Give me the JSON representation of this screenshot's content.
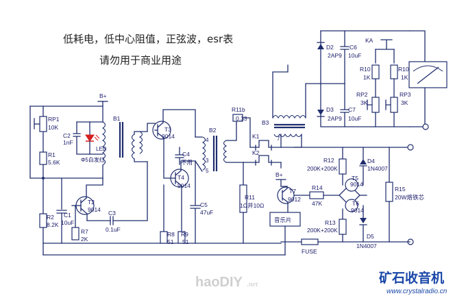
{
  "title": {
    "line1": "低耗电，低中心阻值，正弦波，esr表",
    "line2": "请勿用于商业用途"
  },
  "components": {
    "RP1": {
      "ref": "RP1",
      "value": "10K"
    },
    "R1": {
      "ref": "R1",
      "value": "5.6K"
    },
    "R2": {
      "ref": "R2",
      "value": "8.2K"
    },
    "C1": {
      "ref": "C1",
      "value": "10uF"
    },
    "C2": {
      "ref": "C2",
      "value": "1nF"
    },
    "LED": {
      "ref": "LED",
      "value": "Φ5白发红"
    },
    "B1": {
      "ref": "B1"
    },
    "T2": {
      "ref": "T2",
      "value": "9014"
    },
    "R7": {
      "ref": "R7",
      "value": "2K"
    },
    "C3": {
      "ref": "C3",
      "value": "0.1uF"
    },
    "T3": {
      "ref": "T3",
      "value": "9014"
    },
    "T4": {
      "ref": "T4",
      "value": "9014"
    },
    "C4": {
      "ref": "C4",
      "value": "不用"
    },
    "C5": {
      "ref": "C5",
      "value": "47uF"
    },
    "R8": {
      "ref": "R8",
      "value": "51"
    },
    "R9": {
      "ref": "R9",
      "value": "51"
    },
    "B2": {
      "ref": "B2"
    },
    "R11b": {
      "ref": "R11b",
      "value": "0.33"
    },
    "K1": {
      "ref": "K1"
    },
    "K2": {
      "ref": "K2"
    },
    "R11": {
      "ref": "R11",
      "value": "1Ω并10Ω"
    },
    "T7": {
      "ref": "T7",
      "value": "9012"
    },
    "R14": {
      "ref": "R14",
      "value": "47K"
    },
    "R12": {
      "ref": "R12",
      "value": "200K+200K"
    },
    "R13": {
      "ref": "R13",
      "value": "200K+200K"
    },
    "T5": {
      "ref": "T5",
      "value": "9014"
    },
    "T6": {
      "ref": "T6",
      "value": "9014"
    },
    "D4": {
      "ref": "D4",
      "value": "1N4007"
    },
    "D5": {
      "ref": "D5",
      "value": "1N4007"
    },
    "R15": {
      "ref": "R15",
      "value": "20W烙铁芯"
    },
    "B3": {
      "ref": "B3"
    },
    "D2": {
      "ref": "D2",
      "value": "2AP9"
    },
    "D3": {
      "ref": "D3",
      "value": "2AP9"
    },
    "C6": {
      "ref": "C6",
      "value": "10uF"
    },
    "C7": {
      "ref": "C7",
      "value": "10uF"
    },
    "KA": {
      "ref": "KA"
    },
    "R10": {
      "ref": "R10",
      "value": "1K"
    },
    "R10b": {
      "ref": "R10b",
      "value": "1K"
    },
    "RP2": {
      "ref": "RP2",
      "value": "3K"
    },
    "RP3": {
      "ref": "RP3",
      "value": "3K"
    }
  },
  "labels": {
    "supply1": "B+",
    "supply2": "B+",
    "speaker": "音乐片",
    "fuse": "FUSE",
    "pin3": "3",
    "pin4": "4",
    "pin5": "5",
    "pin7": "7"
  },
  "brand": {
    "name": "矿石收音机",
    "url": "www.crystalradio.cn",
    "watermark": "haoDIY",
    "watermark_suffix": ".net"
  }
}
